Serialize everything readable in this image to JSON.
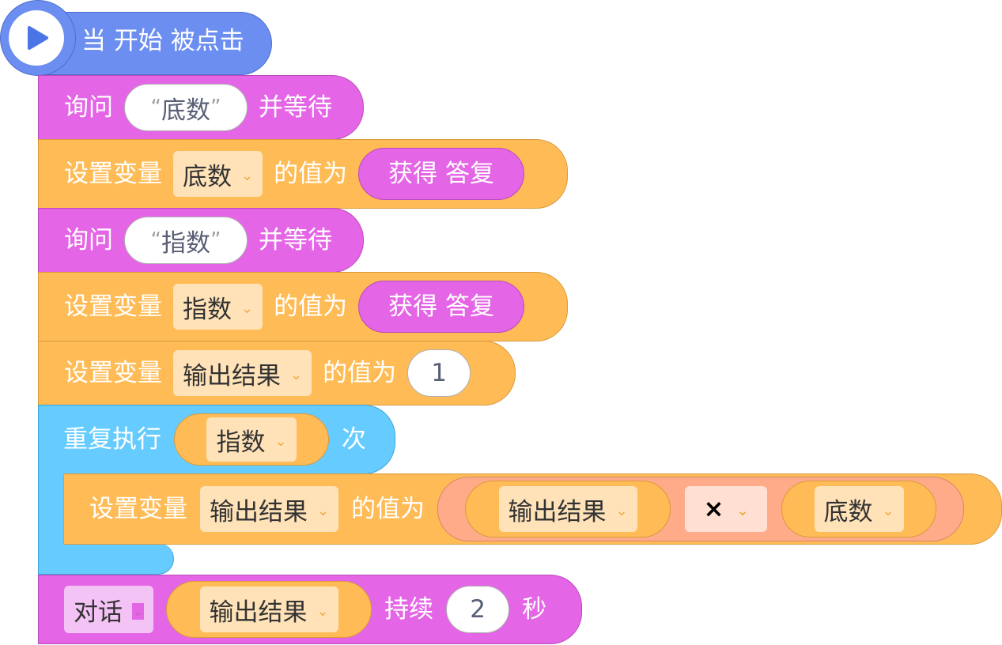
{
  "colors": {
    "events": "#6b8ef0",
    "looks": "#e466e6",
    "variables": "#ffbc56",
    "control": "#66ccff",
    "operators": "#ffab8a"
  },
  "hat": {
    "icon": "play-flag-icon",
    "label": "当 开始 被点击"
  },
  "ask1": {
    "label": "询问",
    "quote_open": "“",
    "value": "底数",
    "quote_close": "”",
    "suffix": "并等待"
  },
  "set1": {
    "label": "设置变量",
    "variable": "底数",
    "to_label": "的值为",
    "reporter": "获得 答复"
  },
  "ask2": {
    "label": "询问",
    "quote_open": "“",
    "value": "指数",
    "quote_close": "”",
    "suffix": "并等待"
  },
  "set2": {
    "label": "设置变量",
    "variable": "指数",
    "to_label": "的值为",
    "reporter": "获得 答复"
  },
  "set3": {
    "label": "设置变量",
    "variable": "输出结果",
    "to_label": "的值为",
    "value": "1"
  },
  "repeat": {
    "label": "重复执行",
    "times_variable": "指数",
    "suffix": "次",
    "inner": {
      "label": "设置变量",
      "variable": "输出结果",
      "to_label": "的值为",
      "left_operand": "输出结果",
      "operator": "×",
      "right_operand": "底数"
    }
  },
  "say": {
    "mode": "对话",
    "variable": "输出结果",
    "for_label": "持续",
    "seconds": "2",
    "unit": "秒"
  }
}
